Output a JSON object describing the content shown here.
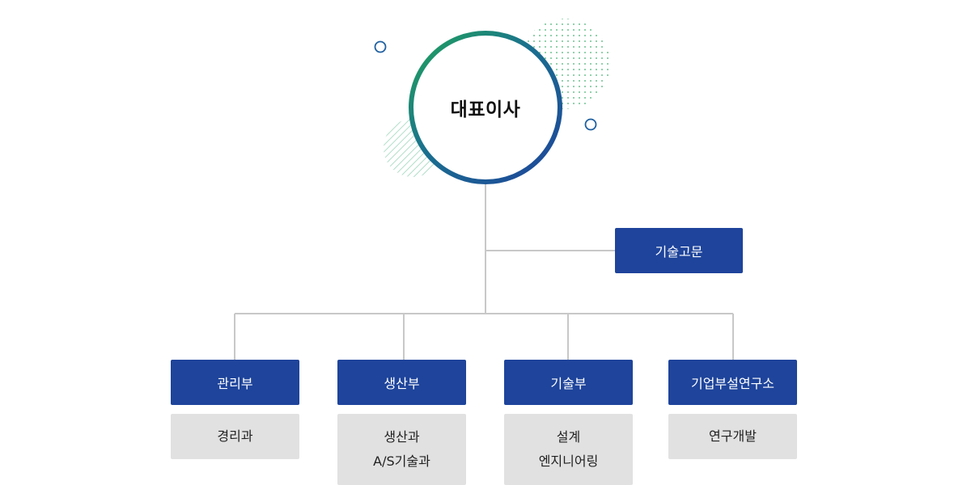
{
  "ceo": {
    "label": "대표이사"
  },
  "advisor": {
    "label": "기술고문"
  },
  "departments": [
    {
      "label": "관리부",
      "teams": [
        "경리과"
      ]
    },
    {
      "label": "생산부",
      "teams": [
        "생산과",
        "A/S기술과"
      ]
    },
    {
      "label": "기술부",
      "teams": [
        "설계",
        "엔지니어링"
      ]
    },
    {
      "label": "기업부설연구소",
      "teams": [
        "연구개발"
      ]
    }
  ],
  "colors": {
    "dept_fill": "#1e449b",
    "sub_fill": "#e1e1e1",
    "connector": "#c8c8c8",
    "ring_green": "#21a55a",
    "ring_blue": "#1e449b"
  }
}
